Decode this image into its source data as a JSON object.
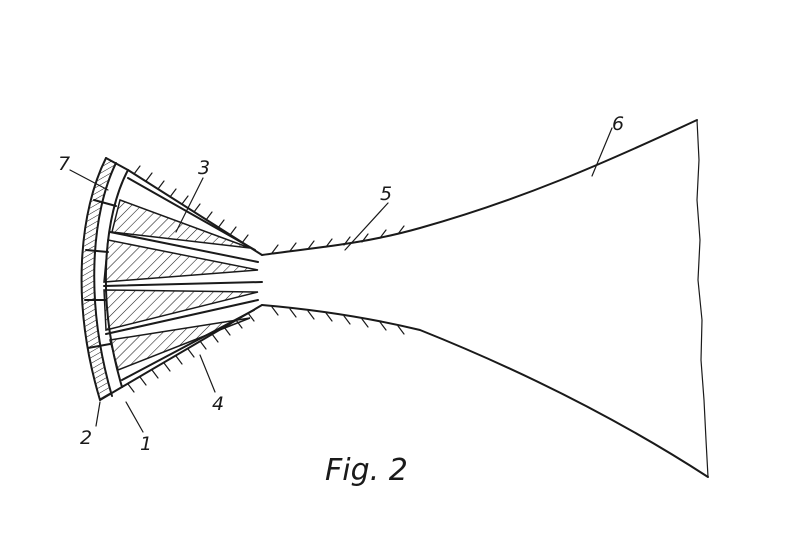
{
  "figure": {
    "caption": "Fig. 2",
    "labels": {
      "l1": "1",
      "l2": "2",
      "l3": "3",
      "l4": "4",
      "l5": "5",
      "l6": "6",
      "l7": "7"
    }
  },
  "colors": {
    "ink": "#1a1a1a",
    "paper": "#ffffff"
  }
}
